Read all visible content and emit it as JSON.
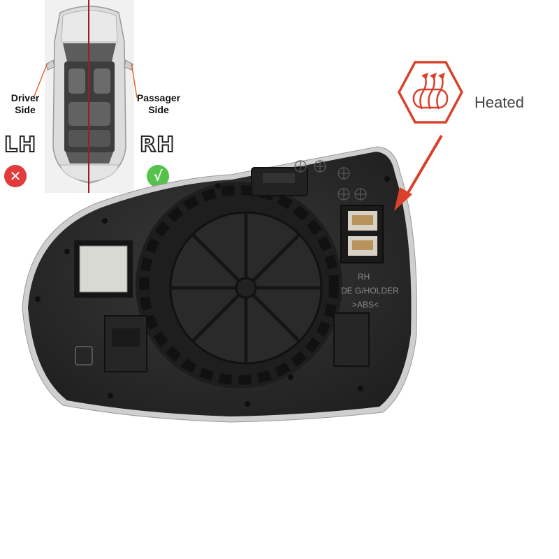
{
  "orientation": {
    "driver_label_line1": "Driver",
    "driver_label_line2": "Side",
    "passenger_label_line1": "Passager",
    "passenger_label_line2": "Side",
    "lh_label": "LH",
    "rh_label": "RH",
    "lh_mark": "✕",
    "rh_mark": "√",
    "lh_color": "#e23b3b",
    "rh_color": "#55c24a",
    "divider_color": "#9a1f1f"
  },
  "heated": {
    "label": "Heated",
    "icon": "heated-mirror-icon",
    "accent_color": "#d9412b"
  },
  "mirror_markings": {
    "side": "RH",
    "line1": "DE G/HOLDER",
    "line2": ">ABS<"
  }
}
